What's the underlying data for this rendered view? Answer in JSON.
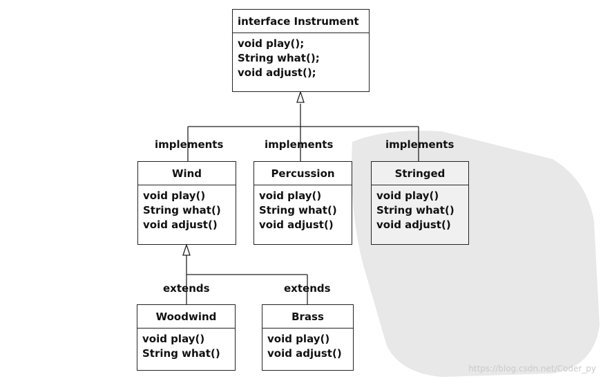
{
  "interface_box": {
    "title": "interface Instrument",
    "methods": [
      "void play();",
      "String what();",
      "void adjust();"
    ]
  },
  "implementers": [
    {
      "name": "Wind",
      "methods": [
        "void play()",
        "String what()",
        "void adjust()"
      ]
    },
    {
      "name": "Percussion",
      "methods": [
        "void play()",
        "String what()",
        "void adjust()"
      ]
    },
    {
      "name": "Stringed",
      "methods": [
        "void play()",
        "String what()",
        "void adjust()"
      ]
    }
  ],
  "subclasses": [
    {
      "name": "Woodwind",
      "methods": [
        "void play()",
        "String what()"
      ]
    },
    {
      "name": "Brass",
      "methods": [
        "void play()",
        "void adjust()"
      ]
    }
  ],
  "labels": {
    "implements": "implements",
    "extends": "extends"
  },
  "watermark": {
    "url": "https://blog.csdn.net/Coder_py"
  }
}
